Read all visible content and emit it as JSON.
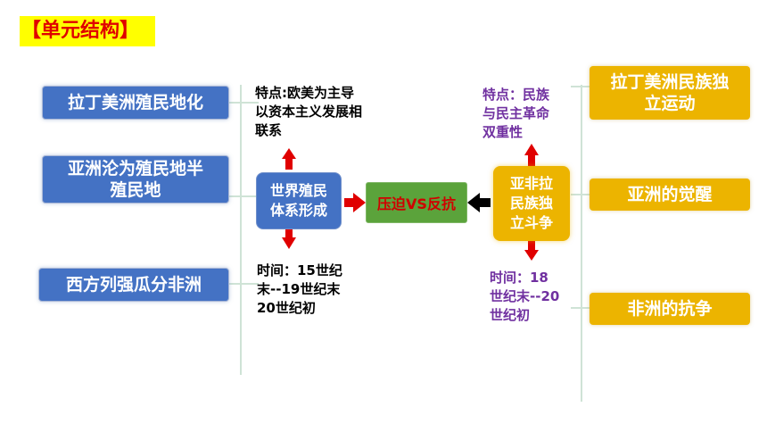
{
  "title": "【单元结构】",
  "left_boxes": [
    "拉丁美洲殖民地化",
    "亚洲沦为殖民地半\n殖民地",
    "西方列强瓜分非洲"
  ],
  "center": {
    "world_system": "世界殖民\n体系形成",
    "oppression": "压迫VS反抗",
    "independence": "亚非拉\n民族独\n立斗争"
  },
  "notes": {
    "left_feature": "特点:欧美为主导\n以资本主义发展相\n联系",
    "left_time": "时间：15世纪\n末--19世纪末\n20世纪初",
    "right_feature": "特点：民族\n与民主革命\n双重性",
    "right_time": "时间：18\n世纪末--20\n世纪初"
  },
  "right_boxes": [
    "拉丁美洲民族独\n立运动",
    "亚洲的觉醒",
    "非洲的抗争"
  ],
  "colors": {
    "blue": "#4472c4",
    "gold": "#ecb400",
    "green": "#5ba33b",
    "red_arrow": "#e00000",
    "purple": "#7030a0"
  }
}
